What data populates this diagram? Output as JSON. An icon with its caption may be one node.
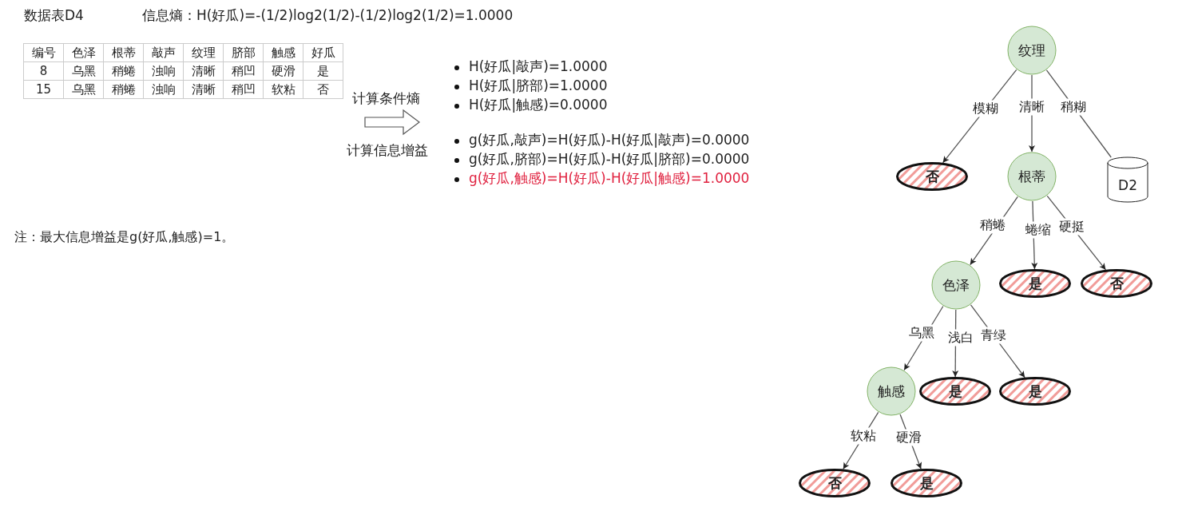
{
  "diagram": {
    "nodes": [
      {
        "text": [
          "纹理"
        ]
      },
      {
        "text": [
          "否"
        ]
      },
      {
        "text": [
          "根蒂"
        ]
      },
      {
        "text": [
          "D2"
        ]
      },
      {
        "text": [
          "色泽"
        ]
      },
      {
        "text": [
          "是"
        ]
      },
      {
        "text": [
          "否"
        ]
      },
      {
        "text": [
          "触感"
        ]
      },
      {
        "text": [
          "是"
        ]
      },
      {
        "text": [
          "是"
        ]
      },
      {
        "text": [
          "否"
        ]
      },
      {
        "text": [
          "是"
        ]
      }
    ],
    "edges": [
      {
        "from": 0,
        "to": 1,
        "arrow": "to",
        "label": "模糊"
      },
      {
        "from": 0,
        "to": 2,
        "arrow": "to",
        "label": "清晰"
      },
      {
        "from": 0,
        "to": 3,
        "arrow": "none",
        "label": "稍糊"
      },
      {
        "from": 2,
        "to": 4,
        "arrow": "to",
        "label": "稍蜷"
      },
      {
        "from": 2,
        "to": 5,
        "arrow": "to",
        "label": "蜷缩"
      },
      {
        "from": 2,
        "to": 6,
        "arrow": "to",
        "label": "硬挺"
      },
      {
        "from": 4,
        "to": 7,
        "arrow": "to",
        "label": "乌黑"
      },
      {
        "from": 4,
        "to": 8,
        "arrow": "to",
        "label": "浅白"
      },
      {
        "from": 4,
        "to": 9,
        "arrow": "to",
        "label": "青绿"
      },
      {
        "from": 7,
        "to": 10,
        "arrow": "to",
        "label": "软粘"
      },
      {
        "from": 7,
        "to": 11,
        "arrow": "to",
        "label": "硬滑"
      }
    ],
    "labels": [
      "数据表D4",
      "信息熵：H(好瓜)=-(1/2)log2(1/2)-(1/2)log2(1/2)=1.0000",
      "编号",
      "色泽",
      "根蒂",
      "敲声",
      "纹理",
      "脐部",
      "触感",
      "好瓜",
      "8",
      "乌黑",
      "稍蜷",
      "浊响",
      "清晰",
      "稍凹",
      "硬滑",
      "是",
      "15",
      "乌黑",
      "稍蜷",
      "浊响",
      "清晰",
      "稍凹",
      "软粘",
      "否",
      "计算条件熵",
      "计算信息增益",
      "H(好瓜|敲声)=1.0000",
      "H(好瓜|脐部)=1.0000",
      "H(好瓜|触感)=0.0000",
      "g(好瓜,敲声)=H(好瓜)-H(好瓜|敲声)=0.0000",
      "g(好瓜,脐部)=H(好瓜)-H(好瓜|脐部)=0.0000",
      "g(好瓜,触感)=H(好瓜)-H(好瓜|触感)=1.0000",
      "注：最大信息增益是g(好瓜,触感)=1。"
    ]
  }
}
